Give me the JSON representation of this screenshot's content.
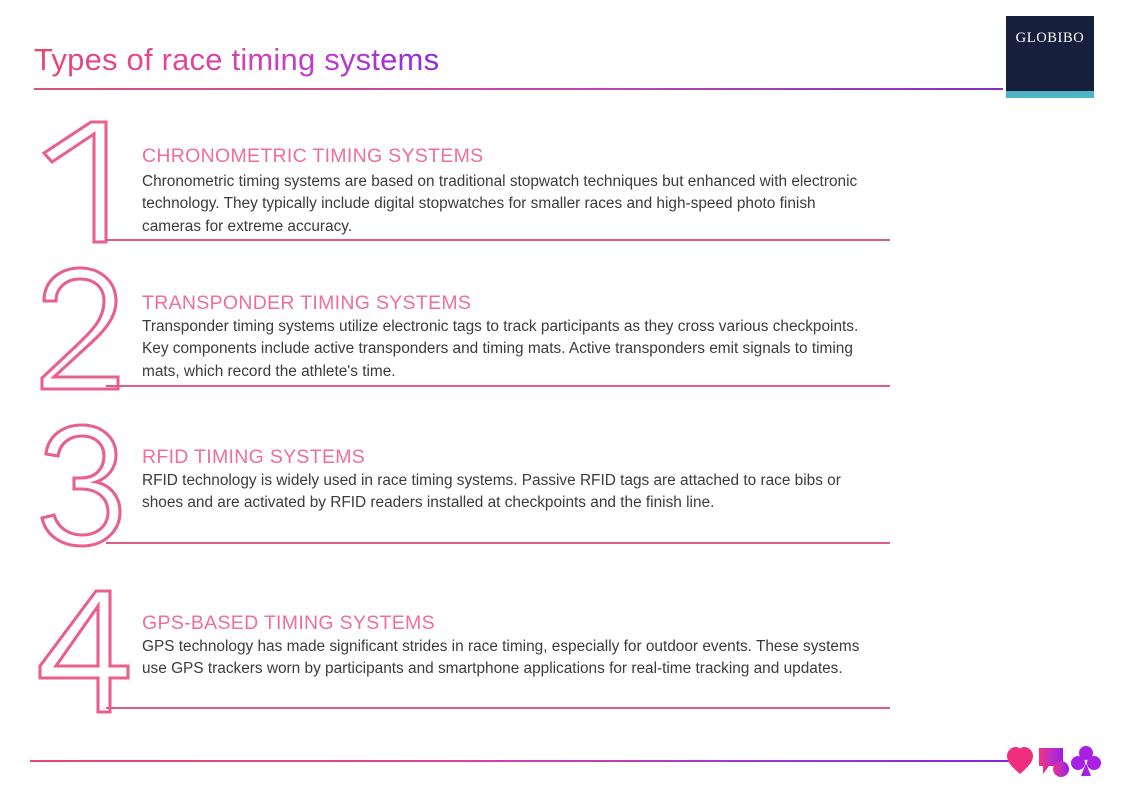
{
  "slide": {
    "title": "Types of race timing systems",
    "logo_text": "GLOBIBO"
  },
  "colors": {
    "title_gradient_start": "#e8486f",
    "title_gradient_end": "#8c2bdc",
    "heading_pink": "#ef6e9d",
    "numeral_outline": "#e8608f",
    "rule_pink": "#e05b8c",
    "logo_navy": "#16203c",
    "logo_bar_teal": "#4fb3c8",
    "body_text": "#3b3b3b"
  },
  "items": [
    {
      "numeral": "1",
      "heading": "CHRONOMETRIC TIMING SYSTEMS",
      "body": "Chronometric timing systems are based on traditional stopwatch techniques but enhanced with electronic technology. They typically include digital stopwatches for smaller races and high-speed photo finish cameras for extreme accuracy."
    },
    {
      "numeral": "2",
      "heading": "TRANSPONDER TIMING SYSTEMS",
      "body": "Transponder timing systems utilize electronic tags to track participants as they cross various checkpoints. Key components include active transponders and timing mats. Active transponders emit signals to timing mats, which record the athlete's time."
    },
    {
      "numeral": "3",
      "heading": "RFID TIMING SYSTEMS",
      "body": "RFID technology is widely used in race timing systems. Passive RFID tags are attached to race bibs or shoes and are activated by RFID readers installed at checkpoints and the finish line."
    },
    {
      "numeral": "4",
      "heading": "GPS-BASED TIMING SYSTEMS",
      "body": "GPS technology has made significant strides in race timing, especially for outdoor events. These systems use GPS trackers worn by participants and smartphone applications for real-time tracking and updates."
    }
  ],
  "footer": {
    "icons": [
      "heart-icon",
      "chat-bubble-icon",
      "club-suit-icon"
    ]
  }
}
